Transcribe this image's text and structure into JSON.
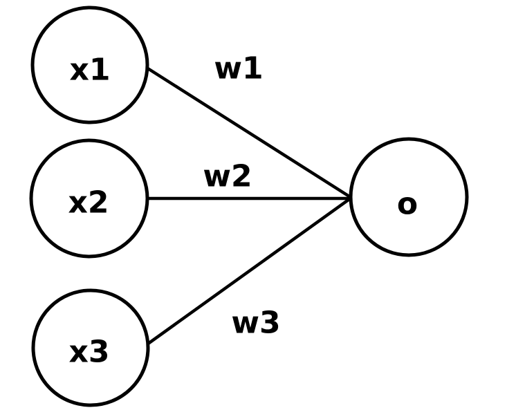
{
  "diagram": {
    "nodes": {
      "inputs": [
        {
          "id": "x1",
          "label": "x1"
        },
        {
          "id": "x2",
          "label": "x2"
        },
        {
          "id": "x3",
          "label": "x3"
        }
      ],
      "output": {
        "id": "o",
        "label": "o"
      }
    },
    "edges": [
      {
        "from": "x1",
        "to": "o",
        "label": "w1"
      },
      {
        "from": "x2",
        "to": "o",
        "label": "w2"
      },
      {
        "from": "x3",
        "to": "o",
        "label": "w3"
      }
    ]
  },
  "colors": {
    "background": "#ffffff",
    "line": "#000000",
    "text": "#000000",
    "node_fill": "#ffffff"
  }
}
